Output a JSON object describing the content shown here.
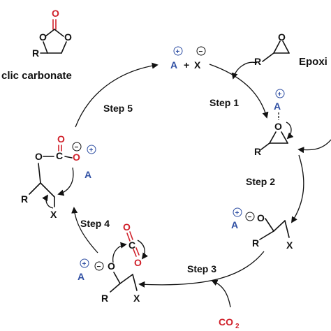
{
  "steps": [
    "Step 1",
    "Step 2",
    "Step 3",
    "Step 4",
    "Step 5"
  ],
  "labels": {
    "catalyst_cation": "A",
    "plus": "+",
    "halide": "X",
    "epoxide_label": "Epoxi",
    "product_label": "clic carbonate",
    "co2_reagent": "CO",
    "co2_subscript": "2"
  },
  "atoms": {
    "R": "R",
    "O": "O",
    "C": "C",
    "X": "X",
    "A": "A"
  },
  "charges": {
    "plus": "+",
    "minus": "−"
  },
  "colors": {
    "catalyst": "#2f4fa3",
    "co2": "#d0202a",
    "text": "#111111"
  }
}
